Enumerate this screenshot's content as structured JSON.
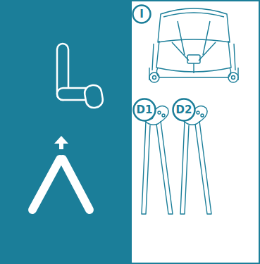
{
  "diagram": {
    "nodes": [
      {
        "text": [
          "I"
        ]
      },
      {
        "text": [
          "D1"
        ]
      },
      {
        "text": [
          "D2"
        ]
      }
    ]
  }
}
